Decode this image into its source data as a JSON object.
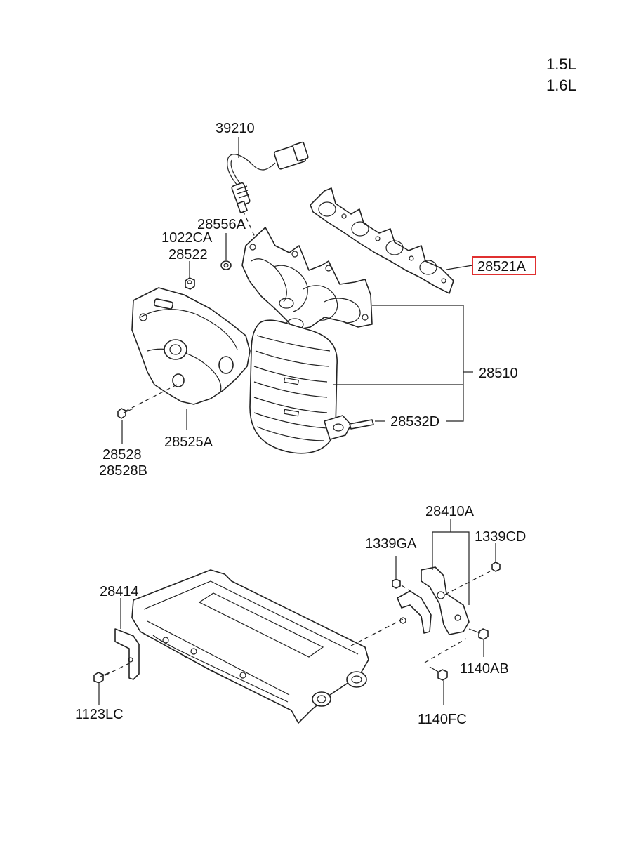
{
  "engine_options": [
    "1.5L",
    "1.6L"
  ],
  "highlight_color": "#e03030",
  "parts": {
    "oxygen_sensor": "39210",
    "gasket_top": "28556A",
    "stud_nut_a": "1022CA",
    "stud_nut_b": "28522",
    "manifold_gasket": "28521A",
    "manifold_assembly": "28510",
    "stud_bolt": "28532D",
    "bolt_a": "28528",
    "bolt_b": "28528B",
    "heat_protector": "28525A",
    "bracket": "28410A",
    "nut_left": "1339GA",
    "nut_right": "1339CD",
    "stay": "28414",
    "bolt_right": "1140AB",
    "bolt_lower": "1140FC",
    "bolt_left": "1123LC"
  },
  "highlighted_part": "28521A"
}
